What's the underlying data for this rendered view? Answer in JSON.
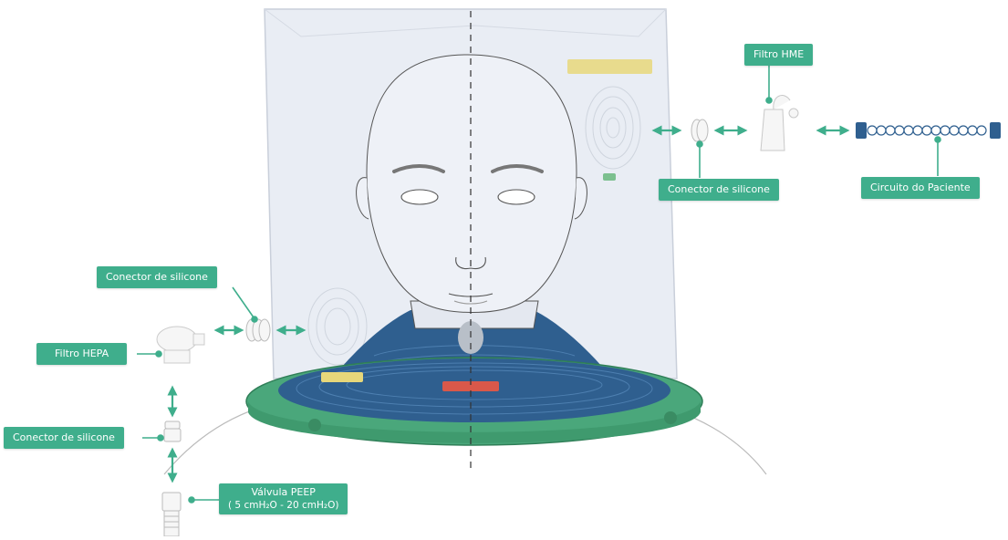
{
  "diagram": {
    "labels": {
      "filtro_hme": "Filtro HME",
      "conector_top": "Conector de silicone",
      "circuito": "Circuito do Paciente",
      "conector_left_top": "Conector de silicone",
      "filtro_hepa": "Filtro HEPA",
      "conector_left_bottom": "Conector de silicone",
      "valvula_line1": "Válvula PEEP",
      "valvula_line2": "( 5 cmH₂O - 20 cmH₂O)"
    },
    "colors": {
      "label_green": "#3fae8c",
      "arrow_green": "#3fae8c",
      "collar_blue": "#2f5f8f",
      "ring_green": "#49a67a",
      "hood": "#eef1f6"
    }
  }
}
